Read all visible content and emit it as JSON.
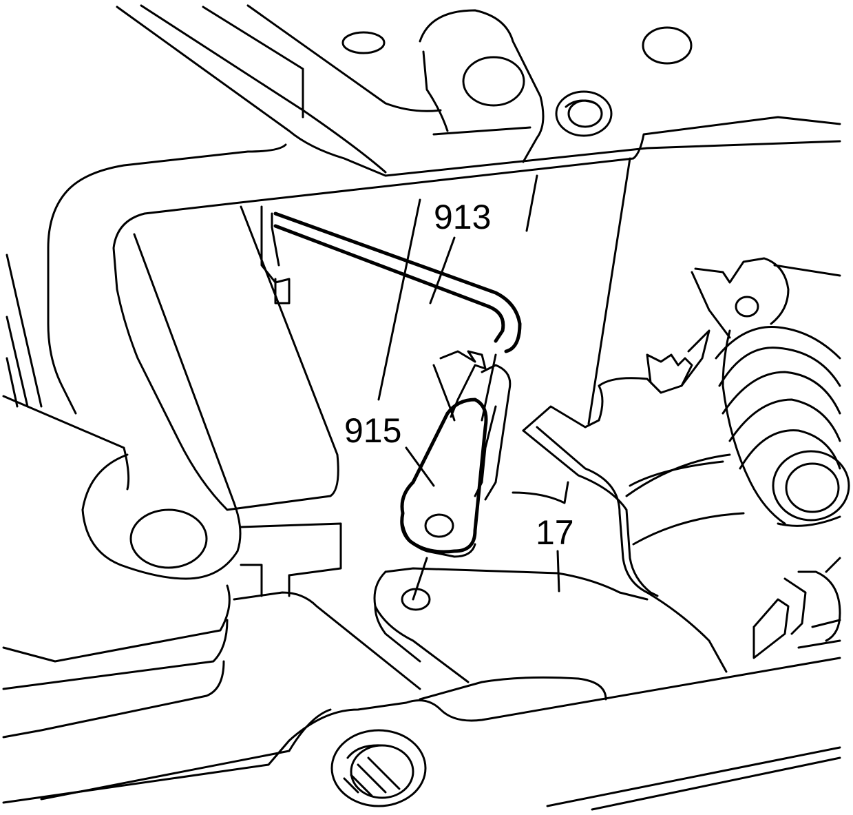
{
  "callouts": [
    {
      "id": "c913",
      "label": "913"
    },
    {
      "id": "c915",
      "label": "915"
    },
    {
      "id": "c17",
      "label": "17"
    }
  ],
  "colors": {
    "line": "#000000",
    "background": "#ffffff"
  }
}
